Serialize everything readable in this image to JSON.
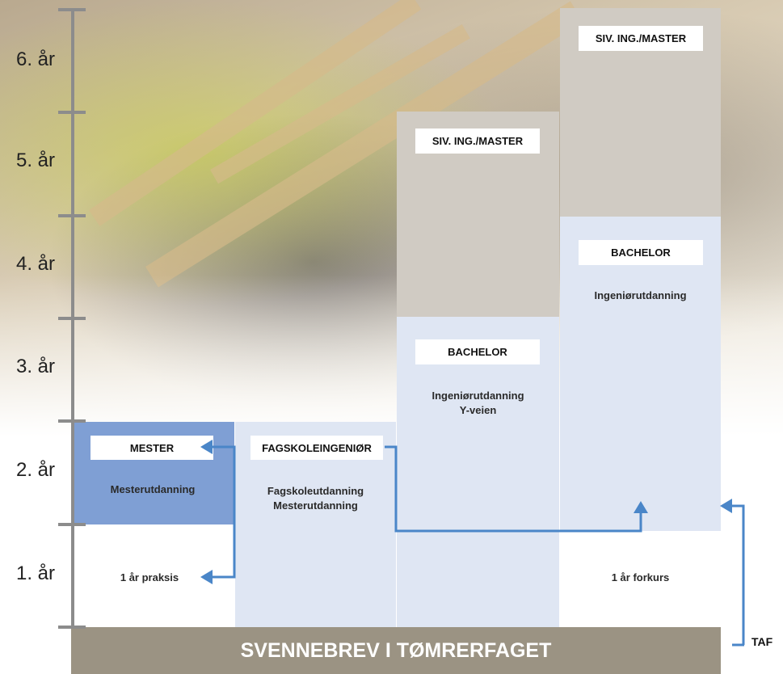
{
  "years": [
    "1. år",
    "2. år",
    "3. år",
    "4. år",
    "5. år",
    "6. år"
  ],
  "col1": {
    "label": "MESTER",
    "text": "Mesterutdanning",
    "praksis": "1 år praksis"
  },
  "col2": {
    "label": "FAGSKOLEINGENIØR",
    "text_line1": "Fagskoleutdanning",
    "text_line2": "Mesterutdanning"
  },
  "col3": {
    "upper_label": "SIV. ING./MASTER",
    "lower_label": "BACHELOR",
    "text_line1": "Ingeniørutdanning",
    "text_line2": "Y-veien"
  },
  "col4": {
    "upper_label": "SIV. ING./MASTER",
    "lower_label": "BACHELOR",
    "text": "Ingeniørutdanning",
    "forkurs": "1 år forkurs"
  },
  "base": {
    "label": "SVENNEBREV I TØMRERFAGET",
    "taf": "TAF"
  },
  "colors": {
    "light_blue": "#dfe6f3",
    "mid_blue": "#7f9fd4",
    "grey": "#d0cbc3",
    "base_brown": "#9b9383",
    "arrow_blue": "#4a86c8"
  }
}
